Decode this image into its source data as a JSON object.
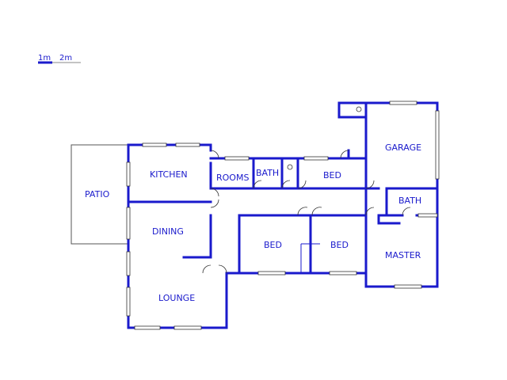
{
  "scale": {
    "label_1": "1m",
    "label_2": "2m"
  },
  "rooms": {
    "patio": "PATIO",
    "kitchen": "KITCHEN",
    "rooms": "ROOMS",
    "bath_1": "BATH",
    "bed_1": "BED",
    "garage": "GARAGE",
    "bath_2": "BATH",
    "dining": "DINING",
    "bed_2": "BED",
    "bed_3": "BED",
    "master": "MASTER",
    "lounge": "LOUNGE"
  },
  "colors": {
    "wall": "#1a1acc",
    "background": "#ffffff"
  }
}
